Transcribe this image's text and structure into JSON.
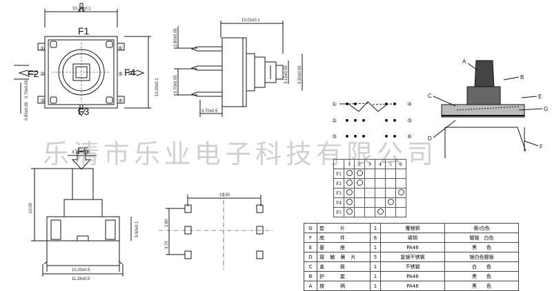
{
  "header_fragment": "",
  "top_view": {
    "width_dim": "10.20±0.1",
    "height_dim": "10.20±0.1",
    "labels": [
      "F1",
      "F2",
      "F3",
      "F4"
    ],
    "pin_numbers": [
      "①",
      "②",
      "③",
      "④",
      "⑤",
      "⑥"
    ],
    "left_dims": [
      "0.70±0.05",
      "0.80±0.05"
    ]
  },
  "side_view": {
    "top_dim": "10.01±0.1",
    "dims": [
      "2.80±0.05",
      "3.70±0.05",
      "3.70±0.5",
      "3.15±0.05",
      "5.50±0.05"
    ]
  },
  "front_view": {
    "label": "F5",
    "dims": [
      "3.15±0.05",
      "10.00",
      "5.50±0.1",
      "10.20±0.5",
      "11.26±0.5"
    ]
  },
  "pcb_layout": {
    "dims": [
      "10.50",
      "2.80",
      "3.70"
    ]
  },
  "switch_circuit": {
    "numbers": [
      "①",
      "②",
      "③",
      "④",
      "⑤",
      "⑥"
    ]
  },
  "cross_section": {
    "labels": [
      "A",
      "B",
      "C",
      "D",
      "E",
      "G",
      "F"
    ]
  },
  "watermark": "乐清市乐业电子科技有限公司",
  "matrix": {
    "header": [
      "",
      "1",
      "2",
      "3",
      "4",
      "5",
      "6"
    ],
    "rows": [
      {
        "name": "F1",
        "marks": [
          1,
          2
        ]
      },
      {
        "name": "F2",
        "marks": [
          1,
          2
        ]
      },
      {
        "name": "F3",
        "marks": [
          1,
          6
        ]
      },
      {
        "name": "F4",
        "marks": [
          1,
          5
        ]
      },
      {
        "name": "F5",
        "marks": [
          1,
          4
        ]
      }
    ]
  },
  "bom": [
    {
      "code": "G",
      "name": "垫　　片",
      "qty": "1",
      "mat": "覆银铜",
      "finish": "黄/白色"
    },
    {
      "code": "F",
      "name": "底　　件",
      "qty": "6",
      "mat": "磷铜",
      "finish": "镀银　白色"
    },
    {
      "code": "E",
      "name": "基　　座",
      "qty": "1",
      "mat": "PA46",
      "finish": "黑　　色"
    },
    {
      "code": "D",
      "name": "接 触 簧 片",
      "qty": "5",
      "mat": "复银不锈钢",
      "finish": "银白色镀银"
    },
    {
      "code": "C",
      "name": "盖　　板",
      "qty": "1",
      "mat": "不锈钢",
      "finish": "白　　色"
    },
    {
      "code": "B",
      "name": "护　　套",
      "qty": "1",
      "mat": "PA46",
      "finish": "黑　　色"
    },
    {
      "code": "A",
      "name": "按　　柄",
      "qty": "1",
      "mat": "PA46",
      "finish": "黑　　色"
    }
  ]
}
